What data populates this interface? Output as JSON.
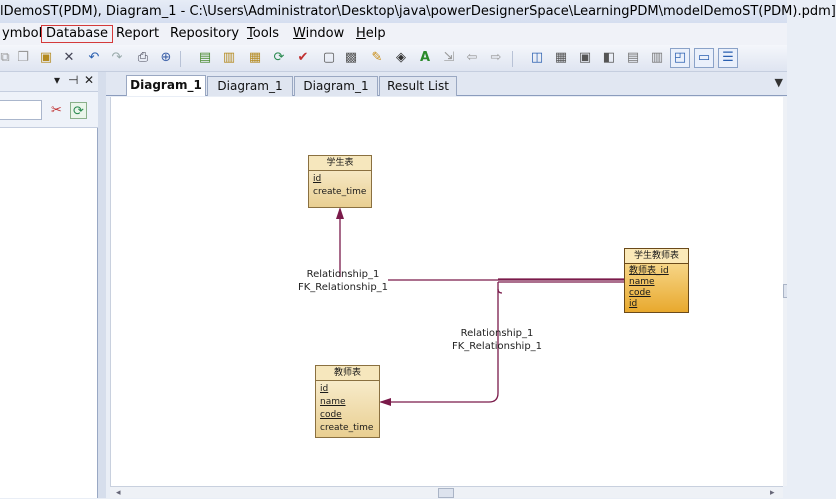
{
  "window": {
    "title": "lDemoST(PDM), Diagram_1 - C:\\Users\\Administrator\\Desktop\\java\\powerDesignerSpace\\LearningPDM\\modelDemoST(PDM).pdm]"
  },
  "menu": {
    "symbol": "ymbol",
    "database": "Database",
    "report": "Report",
    "repository": "Repository",
    "tools_ul": "T",
    "tools_rest": "ools",
    "window_ul": "W",
    "window_rest": "indow",
    "help_ul": "H",
    "help_rest": "elp"
  },
  "left_panel": {
    "pin": "▾ ⊣ ✕"
  },
  "tabs": [
    {
      "label": "Diagram_1",
      "active": true
    },
    {
      "label": "Diagram_1",
      "active": false
    },
    {
      "label": "Diagram_1",
      "active": false
    },
    {
      "label": "Result List",
      "active": false
    }
  ],
  "entities": {
    "student": {
      "title": "学生表",
      "columns": [
        {
          "name": "id",
          "key": true
        },
        {
          "name": "create_time",
          "key": false
        }
      ]
    },
    "student_teacher": {
      "title": "学生教师表",
      "columns": [
        {
          "name": "教师表_id",
          "key": true
        },
        {
          "name": "name",
          "key": true
        },
        {
          "name": "code",
          "key": true
        },
        {
          "name": "id",
          "key": true
        }
      ]
    },
    "teacher": {
      "title": "教师表",
      "columns": [
        {
          "name": "id",
          "key": true
        },
        {
          "name": "name",
          "key": true
        },
        {
          "name": "code",
          "key": true
        },
        {
          "name": "create_time",
          "key": false
        }
      ]
    }
  },
  "relationships": [
    {
      "name": "Relationship_1",
      "fk": "FK_Relationship_1"
    },
    {
      "name": "Relationship_1",
      "fk": "FK_Relationship_1"
    }
  ],
  "colors": {
    "relationship_line": "#7a1a4a",
    "entity_fill": "#e9cf92",
    "selected_entity_fill": "#e8a92e",
    "highlight_border": "#d43a3a"
  },
  "icons": {
    "toolbar": [
      "copy-icon",
      "paste-icon",
      "delete-icon",
      "undo-icon",
      "redo-icon",
      "print-icon",
      "zoom-icon",
      "open-icon",
      "save-icon",
      "folder-icon",
      "refresh-icon",
      "check-icon",
      "box-icon",
      "pen-icon",
      "fill-icon",
      "text-icon",
      "arrow-icon",
      "back-icon",
      "forward-icon",
      "layout-icon",
      "grid-icon",
      "window-icon",
      "view-icon",
      "list-icon"
    ]
  }
}
